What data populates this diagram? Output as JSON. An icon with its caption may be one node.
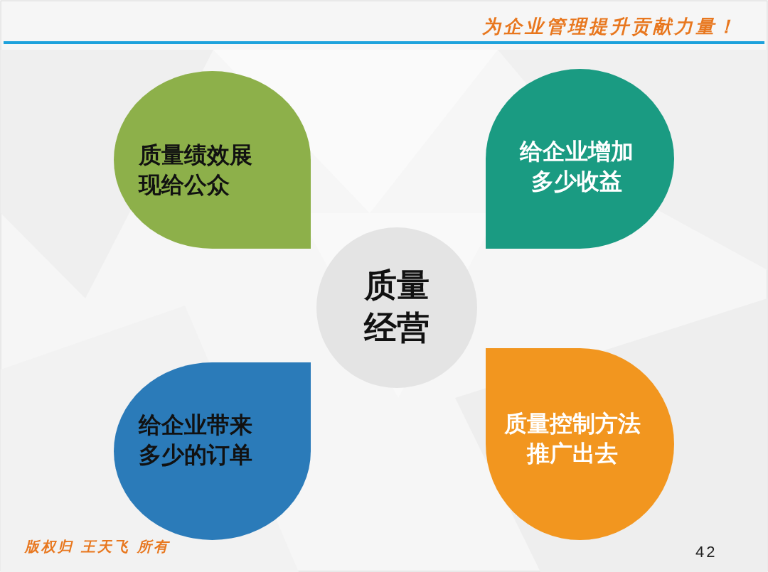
{
  "diagram": {
    "nodes": [
      {
        "text": [
          "质量绩效展现给公众"
        ]
      },
      {
        "text": [
          "给企业增加多少收益"
        ]
      },
      {
        "text": [
          "质量经营"
        ]
      },
      {
        "text": [
          "给企业带来多少的订单"
        ]
      },
      {
        "text": [
          "质量控制方法推广出去"
        ]
      }
    ],
    "labels": [
      "为企业管理提升贡献力量！",
      "版权归 王天飞 所有",
      "42"
    ]
  }
}
